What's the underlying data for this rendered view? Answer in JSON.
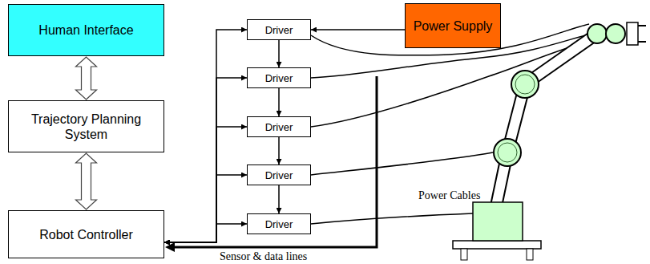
{
  "diagram": {
    "nodes": [
      {
        "text": [
          "Human Interface"
        ]
      },
      {
        "text": [
          "Trajectory Planning System"
        ]
      },
      {
        "text": [
          "Robot Controller"
        ]
      },
      {
        "text": [
          "Driver"
        ]
      },
      {
        "text": [
          "Driver"
        ]
      },
      {
        "text": [
          "Driver"
        ]
      },
      {
        "text": [
          "Driver"
        ]
      },
      {
        "text": [
          "Driver"
        ]
      },
      {
        "text": [
          "Power Supply"
        ]
      }
    ],
    "edges": [
      {
        "from": 0,
        "to": 1,
        "arrow": "both"
      },
      {
        "from": 1,
        "to": 2,
        "arrow": "both"
      },
      {
        "from": 8,
        "to": 3,
        "arrow": "to"
      },
      {
        "from": 3,
        "to": 4,
        "arrow": "to"
      },
      {
        "from": 4,
        "to": 5,
        "arrow": "to"
      },
      {
        "from": 5,
        "to": 6,
        "arrow": "to"
      },
      {
        "from": 6,
        "to": 7,
        "arrow": "to"
      },
      {
        "from": 2,
        "to": 3,
        "arrow": "both"
      },
      {
        "from": 2,
        "to": 4,
        "arrow": "both"
      },
      {
        "from": 2,
        "to": 5,
        "arrow": "both"
      },
      {
        "from": 2,
        "to": 6,
        "arrow": "both"
      },
      {
        "from": 2,
        "to": 7,
        "arrow": "both"
      }
    ],
    "labels": [
      "Power Cables",
      "Sensor & data lines"
    ]
  }
}
